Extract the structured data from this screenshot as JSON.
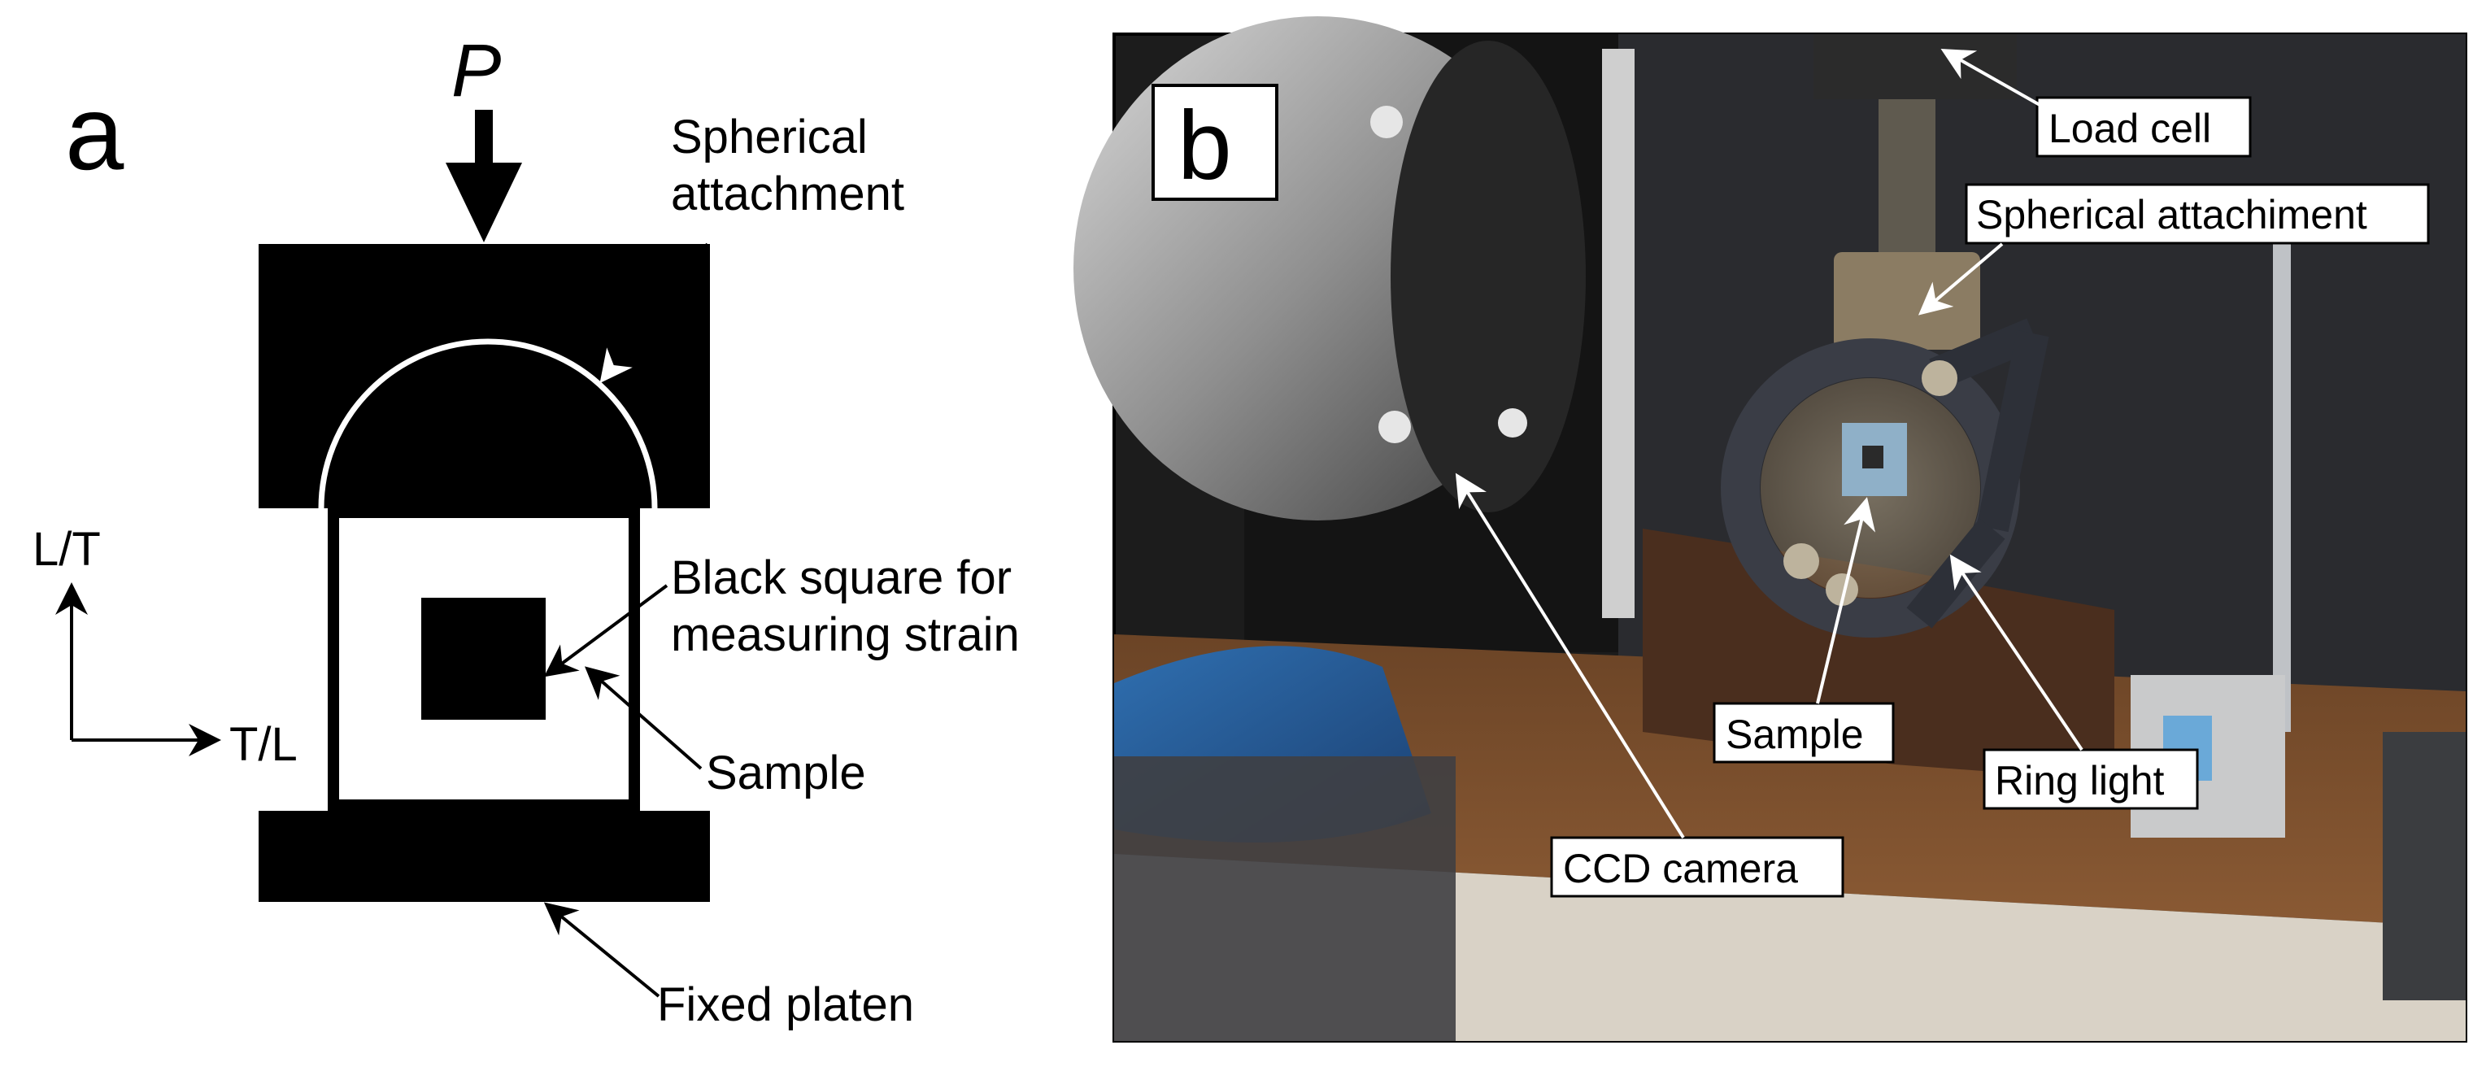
{
  "panel_a": {
    "letter": "a",
    "force_label": "P",
    "spherical_attachment": [
      "Spherical",
      "attachment"
    ],
    "axis_vertical": "L/T",
    "axis_horizontal": "T/L",
    "black_square": [
      "Black square for",
      "measuring strain"
    ],
    "sample": "Sample",
    "fixed_platen": "Fixed platen"
  },
  "panel_b": {
    "letter": "b",
    "load_cell": "Load cell",
    "spherical_attachment": "Spherical attachiment",
    "sample": "Sample",
    "ring_light": "Ring light",
    "ccd_camera": "CCD camera"
  },
  "colors": {
    "ink": "#000000",
    "paper": "#ffffff"
  }
}
